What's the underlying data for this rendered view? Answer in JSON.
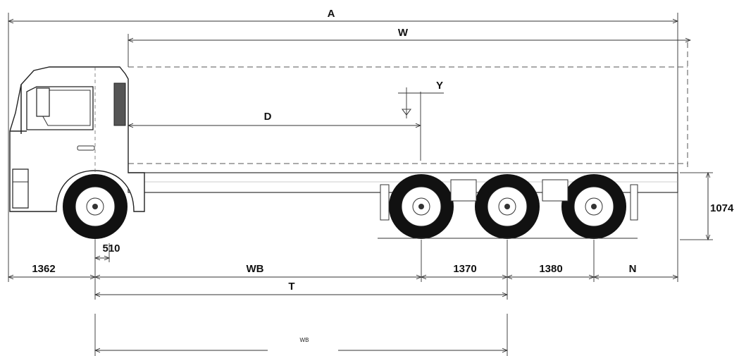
{
  "dimensions": {
    "A": "A",
    "W": "W",
    "D": "D",
    "Y": "Y",
    "WB": "WB",
    "T": "T",
    "N": "N",
    "front_overhang": "1362",
    "front_wheel_offset": "510",
    "axle_spacing_1": "1370",
    "axle_spacing_2": "1380",
    "frame_height": "1074",
    "wb_small": "WB"
  }
}
